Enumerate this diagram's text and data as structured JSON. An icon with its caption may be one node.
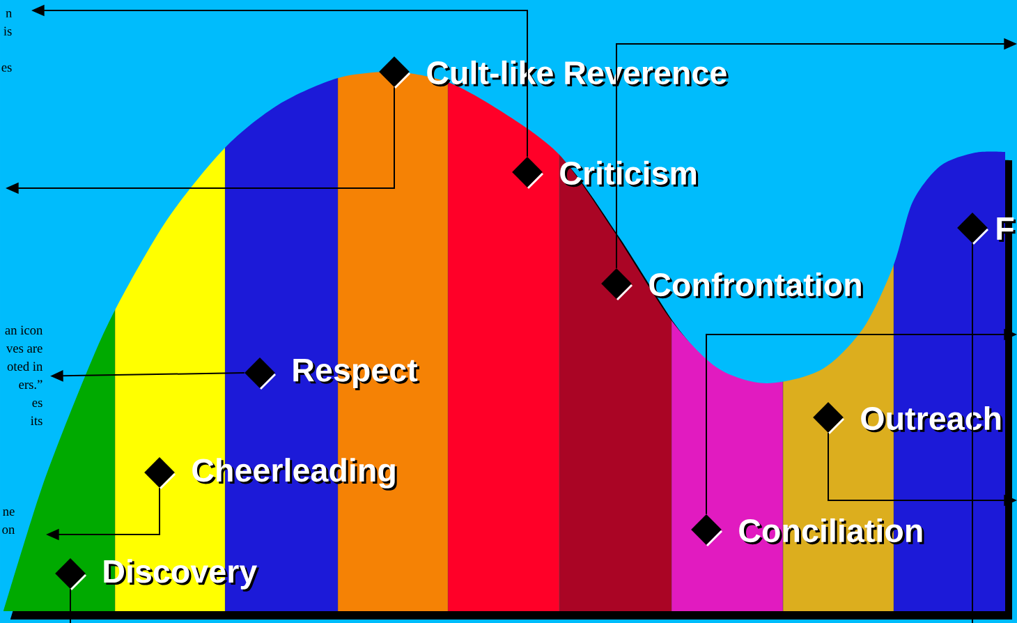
{
  "diagram": {
    "nodes": [
      {
        "text": [
          "n",
          "is",
          "es"
        ]
      },
      {
        "text": [
          "an icon",
          "ves are",
          "oted in",
          "ers.”",
          "es",
          "its"
        ]
      },
      {
        "text": [
          "ne",
          "on"
        ]
      },
      {
        "text": [
          "Discovery"
        ]
      },
      {
        "text": [
          "Cheerleading"
        ]
      },
      {
        "text": [
          "Respect"
        ]
      },
      {
        "text": [
          "Cult-like Reverence"
        ]
      },
      {
        "text": [
          "Criticism"
        ]
      },
      {
        "text": [
          "Confrontation"
        ]
      },
      {
        "text": [
          "Conciliation"
        ]
      },
      {
        "text": [
          "Outreach"
        ]
      },
      {
        "text": [
          "F"
        ]
      }
    ],
    "edges": [
      {
        "from": 3,
        "to": null,
        "arrow": "none"
      },
      {
        "from": 4,
        "to": 2,
        "arrow": "to"
      },
      {
        "from": 5,
        "to": 1,
        "arrow": "to"
      },
      {
        "from": 6,
        "to": null,
        "arrow": "to"
      },
      {
        "from": 7,
        "to": 0,
        "arrow": "to"
      },
      {
        "from": 8,
        "to": null,
        "arrow": "to"
      },
      {
        "from": 9,
        "to": null,
        "arrow": "to"
      },
      {
        "from": 10,
        "to": null,
        "arrow": "to"
      },
      {
        "from": 11,
        "to": null,
        "arrow": "none"
      }
    ]
  }
}
